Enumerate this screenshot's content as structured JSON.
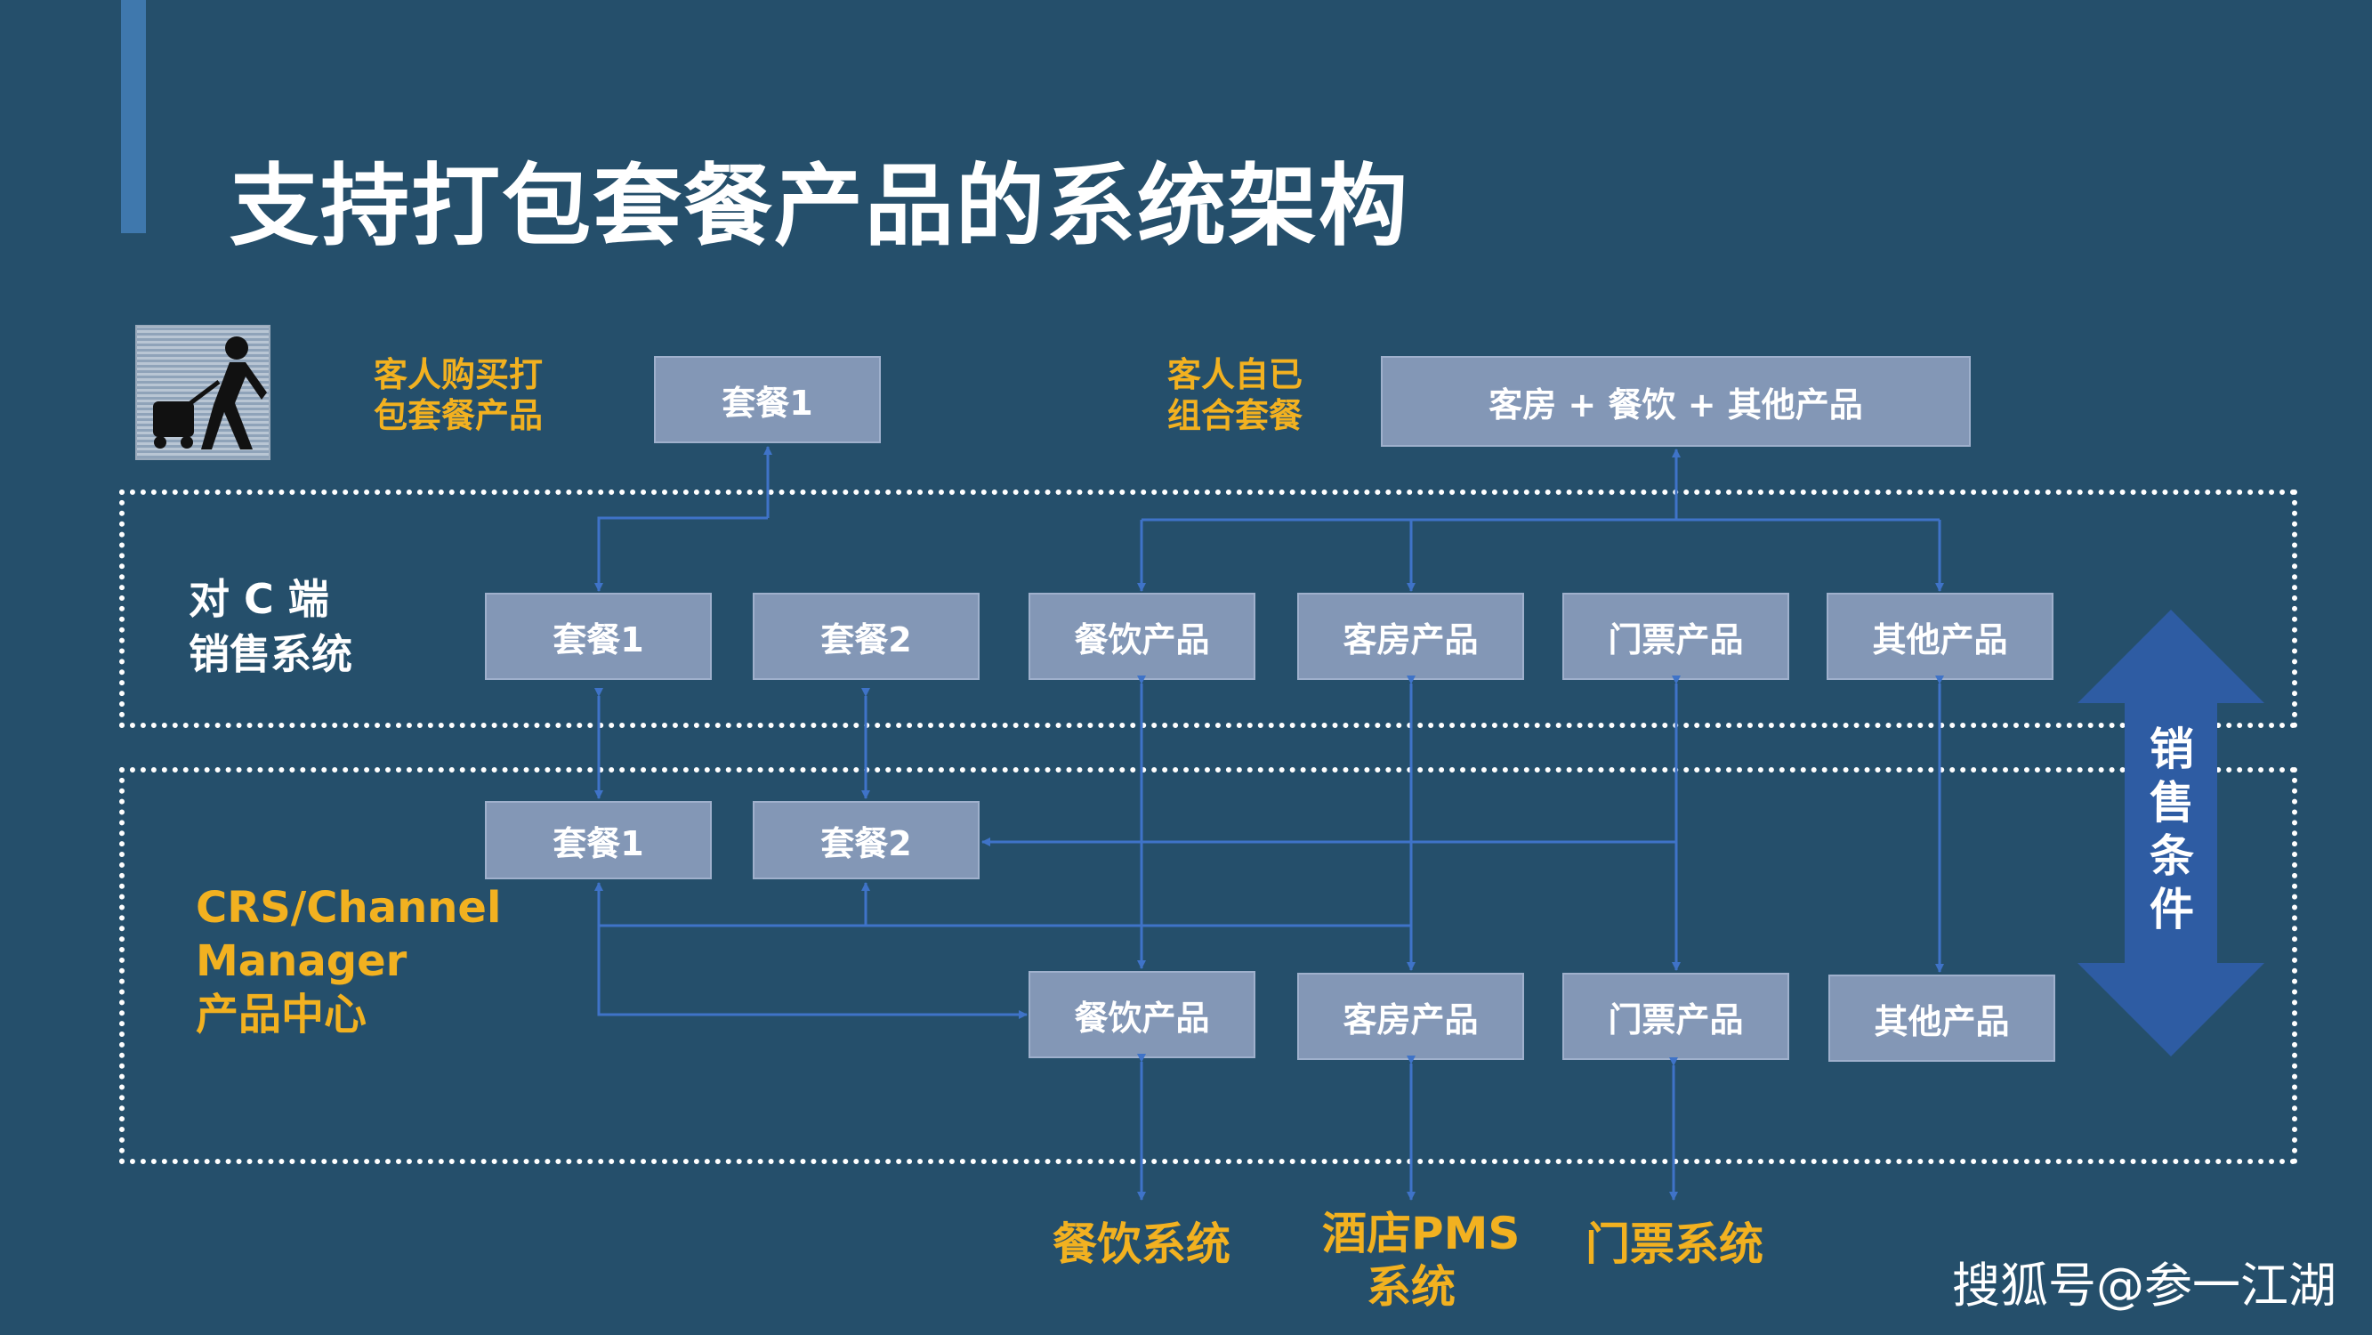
{
  "title": "支持打包套餐产品的系统架构",
  "customer_package_label": [
    "客人购买打",
    "包套餐产品"
  ],
  "customer_self_label": [
    "客人自已",
    "组合套餐"
  ],
  "top_package": "套餐1",
  "top_combo": "客房 + 餐饮 + 其他产品",
  "c_system_label": [
    "对 C 端",
    "销售系统"
  ],
  "c_row": [
    "套餐1",
    "套餐2",
    "餐饮产品",
    "客房产品",
    "门票产品",
    "其他产品"
  ],
  "crs_label": [
    "CRS/Channel",
    "Manager",
    "产品中心"
  ],
  "crs_packages": [
    "套餐1",
    "套餐2"
  ],
  "crs_products": [
    "餐饮产品",
    "客房产品",
    "门票产品",
    "其他产品"
  ],
  "sales_arrow_label": "销售条件",
  "bottom_systems": {
    "catering": "餐饮系统",
    "pms": [
      "酒店PMS",
      "系统"
    ],
    "ticket": "门票系统"
  },
  "watermark": "搜狐号@参一江湖",
  "colors": {
    "background": "#254f6b",
    "box": "#8397b6",
    "arrow": "#3f73c8",
    "label_yellow": "#f2b120",
    "big_arrow": "#2e5ca3"
  }
}
